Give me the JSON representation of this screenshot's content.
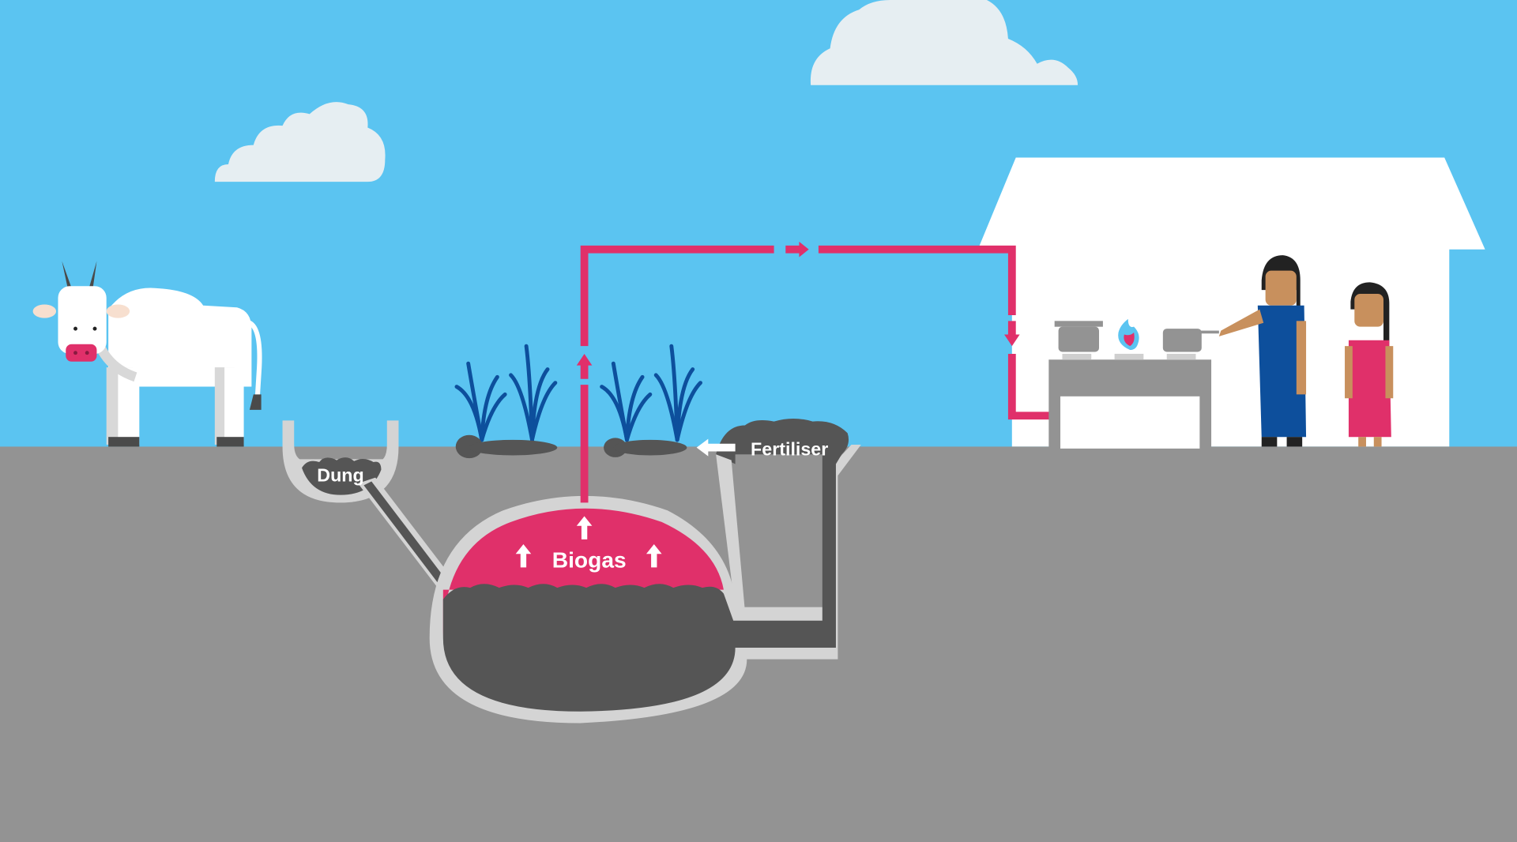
{
  "diagram": {
    "subject": "Biogas digester cycle",
    "labels": {
      "dung": "Dung",
      "biogas": "Biogas",
      "fertiliser": "Fertiliser"
    },
    "elements": [
      "cow",
      "dung-inlet",
      "digester-dome",
      "fertiliser-outlet",
      "crops",
      "gas-pipe",
      "house",
      "gas-stove",
      "woman-cooking",
      "girl"
    ],
    "colors": {
      "sky": "#5bc4f1",
      "ground": "#939393",
      "slurry": "#555555",
      "wall": "#d4d4d4",
      "biogas": "#e0306a",
      "crops": "#0d4f9c",
      "house": "#ffffff",
      "cloud": "#e6eef2"
    }
  }
}
